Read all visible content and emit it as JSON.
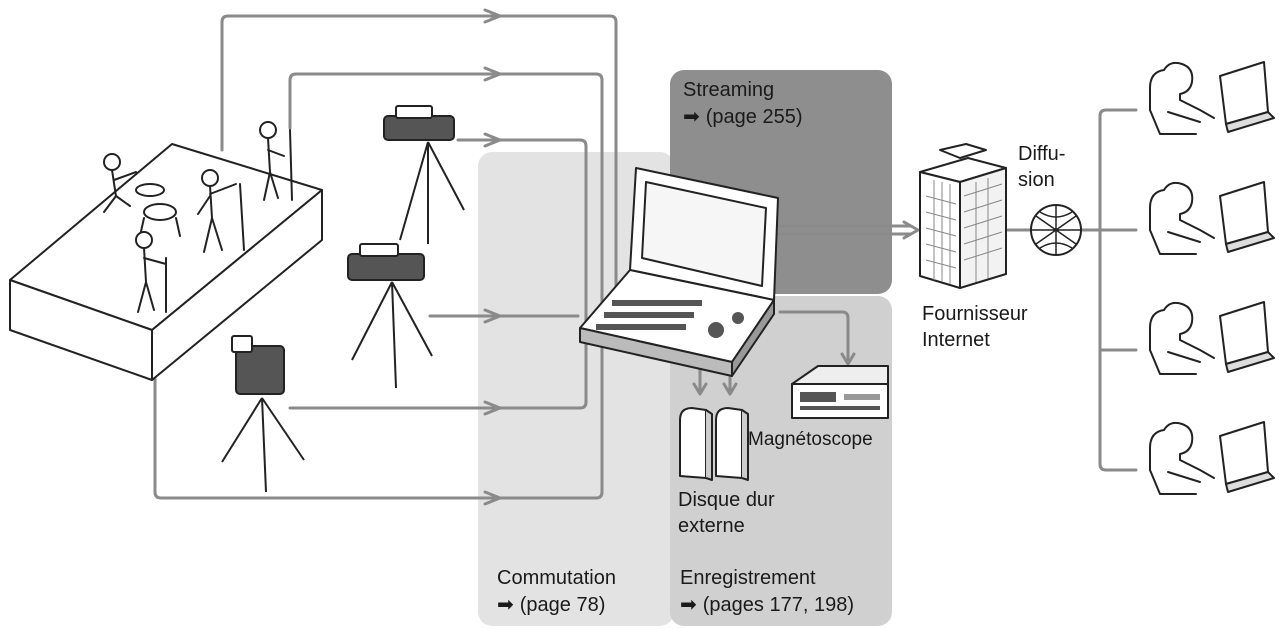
{
  "panels": {
    "streaming": {
      "title": "Streaming",
      "ref": "(page 255)"
    },
    "commutation": {
      "title": "Commutation",
      "ref": "(page 78)"
    },
    "enregistrement": {
      "title": "Enregistrement",
      "ref": "(pages 177, 198)"
    }
  },
  "labels": {
    "diffusion_1": "Diffu-",
    "diffusion_2": "sion",
    "fournisseur_1": "Fournisseur",
    "fournisseur_2": "Internet",
    "magnetoscope": "Magnétoscope",
    "disque_1": "Disque dur",
    "disque_2": "externe"
  },
  "icons": {
    "ref_arrow": "➡"
  },
  "colors": {
    "streaming_panel": "#8e8e8e",
    "commutation_panel": "#e3e3e3",
    "enregistrement_panel": "#d0d0d0",
    "line": "#8a8a8a"
  }
}
